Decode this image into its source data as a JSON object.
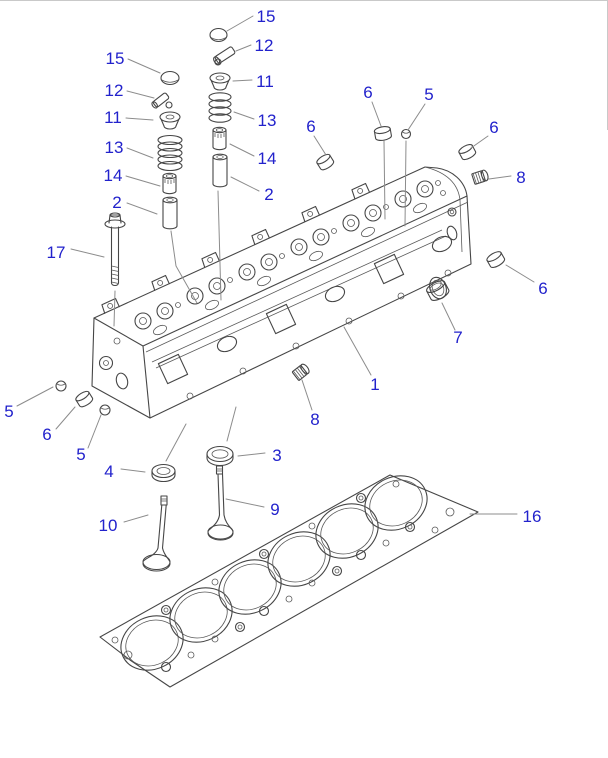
{
  "page": {
    "background_color": "#ffffff",
    "top_edge_color": "#c9c9c9"
  },
  "diagram": {
    "kind": "exploded-parts-diagram cylinder-head-assembly",
    "callout_color": "#2222cc",
    "outline_color": "#464646",
    "leader_line_color": "#8c8c8c",
    "part_numbers_visible": [
      "1",
      "2",
      "3",
      "4",
      "5",
      "6",
      "7",
      "8",
      "9",
      "10",
      "11",
      "12",
      "13",
      "14",
      "15",
      "16",
      "17"
    ],
    "callouts": [
      {
        "id": "15-upper-left",
        "label": "15"
      },
      {
        "id": "12-upper-left",
        "label": "12"
      },
      {
        "id": "11-upper-left",
        "label": "11"
      },
      {
        "id": "13-upper-left",
        "label": "13"
      },
      {
        "id": "14-upper-left",
        "label": "14"
      },
      {
        "id": "2-upper-left",
        "label": "2"
      },
      {
        "id": "15-upper-right",
        "label": "15"
      },
      {
        "id": "12-upper-right",
        "label": "12"
      },
      {
        "id": "11-upper-right",
        "label": "11"
      },
      {
        "id": "13-upper-right",
        "label": "13"
      },
      {
        "id": "14-upper-right",
        "label": "14"
      },
      {
        "id": "2-upper-right",
        "label": "2"
      },
      {
        "id": "6-over-head",
        "label": "6"
      },
      {
        "id": "6-top-center",
        "label": "6"
      },
      {
        "id": "5-top",
        "label": "5"
      },
      {
        "id": "6-top-right",
        "label": "6"
      },
      {
        "id": "8-right",
        "label": "8"
      },
      {
        "id": "6-right-mid",
        "label": "6"
      },
      {
        "id": "7-right",
        "label": "7"
      },
      {
        "id": "1-head",
        "label": "1"
      },
      {
        "id": "8-center",
        "label": "8"
      },
      {
        "id": "5-far-left",
        "label": "5"
      },
      {
        "id": "6-left",
        "label": "6"
      },
      {
        "id": "5-left-lower",
        "label": "5"
      },
      {
        "id": "4-seal-ring",
        "label": "4"
      },
      {
        "id": "3-seal-ring",
        "label": "3"
      },
      {
        "id": "9-valve",
        "label": "9"
      },
      {
        "id": "10-valve",
        "label": "10"
      },
      {
        "id": "16-gasket",
        "label": "16"
      },
      {
        "id": "17-bolt",
        "label": "17"
      }
    ]
  }
}
